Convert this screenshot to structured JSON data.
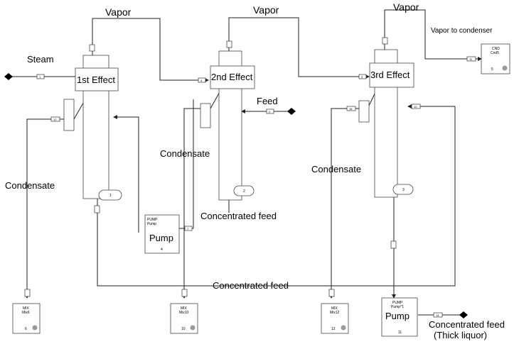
{
  "labels": {
    "vapor_1": "Vapor",
    "vapor_2": "Vapor",
    "vapor_3": "Vapor",
    "vapor_to_condenser": "Vapor to condenser",
    "steam": "Steam",
    "feed": "Feed",
    "condensate_1": "Condensate",
    "condensate_2": "Condensate",
    "condensate_3": "Condensate",
    "concentrated_feed_mid": "Concentrated feed",
    "concentrated_feed_bottom": "Concentrated feed",
    "concentrated_feed_out": "Concentrated feed",
    "thick_liquor": "(Thick liquor)"
  },
  "effects": [
    {
      "label": "1st Effect",
      "drum_tag": "1"
    },
    {
      "label": "2nd Effect",
      "drum_tag": "2"
    },
    {
      "label": "3rd Effect",
      "drum_tag": "3"
    }
  ],
  "blocks": {
    "pump1": {
      "type": "PUMP",
      "name": "Pump",
      "big": "Pump",
      "num": "4"
    },
    "pump2": {
      "type": "PUMP",
      "name": "Pump^1",
      "big": "Pump",
      "num": "11"
    },
    "mix1": {
      "type": "MIX",
      "name": "Mix6",
      "num": "6"
    },
    "mix2": {
      "type": "MIX",
      "name": "Mix10",
      "num": "10"
    },
    "mix3": {
      "type": "MIX",
      "name": "Mix12",
      "num": "12"
    },
    "cnd": {
      "type": "CND",
      "name": "Cnd5",
      "num": "5"
    }
  },
  "stream_tags": {
    "steam": "1",
    "feed": "2",
    "vap_1_2": "4",
    "vap_2_3": "3",
    "vap_3_cnd": "11",
    "pump1_out": "7",
    "cond_1": "12",
    "cond_3": "16",
    "conc_3": "10",
    "product": "14"
  },
  "colors": {
    "line": "#222222",
    "port_dot": "#999999"
  }
}
